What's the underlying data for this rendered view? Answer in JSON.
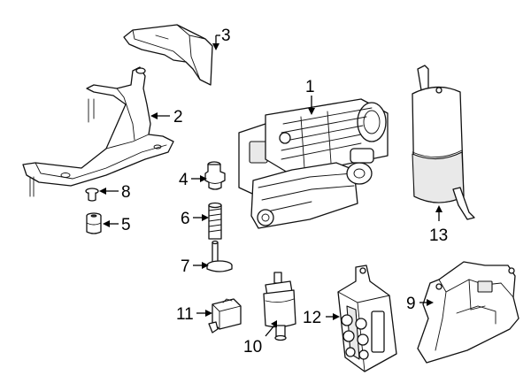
{
  "callouts": [
    {
      "id": "1",
      "text": "1"
    },
    {
      "id": "2",
      "text": "2"
    },
    {
      "id": "3",
      "text": "3"
    },
    {
      "id": "4",
      "text": "4"
    },
    {
      "id": "5",
      "text": "5"
    },
    {
      "id": "6",
      "text": "6"
    },
    {
      "id": "7",
      "text": "7"
    },
    {
      "id": "8",
      "text": "8"
    },
    {
      "id": "9",
      "text": "9"
    },
    {
      "id": "10",
      "text": "10"
    },
    {
      "id": "11",
      "text": "11"
    },
    {
      "id": "12",
      "text": "12"
    },
    {
      "id": "13",
      "text": "13"
    }
  ],
  "colors": {
    "line": "#111111",
    "fill": "#ffffff",
    "shade": "#e9e9e9"
  }
}
